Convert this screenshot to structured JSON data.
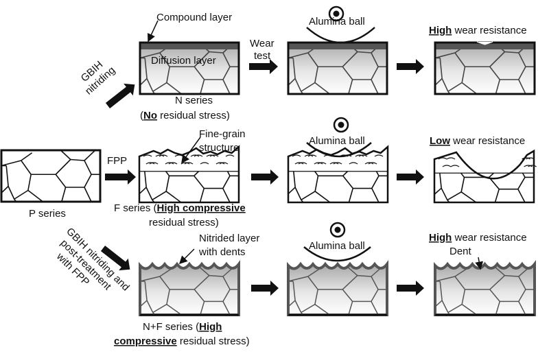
{
  "labels": {
    "compound_layer": "Compound layer",
    "diffusion_layer": "Diffusion layer",
    "wear_test_1": "Wear",
    "wear_test_2": "test",
    "gbih_1": "GBIH",
    "gbih_2": "nitriding",
    "n_series": "N series",
    "n_stress_open": "(",
    "n_stress_bold": "No",
    "n_stress_rest": " residual stress)",
    "alumina_ball": "Alumina ball",
    "high_1": "High",
    "wear_resistance": " wear resistance",
    "fine_grain_1": "Fine-grain",
    "fine_grain_2": "structure",
    "fpp": "FPP",
    "p_series": "P series",
    "f_series_pre": "F series (",
    "f_series_bold": "High compressive",
    "f_series_2": "residual stress)",
    "low": "Low",
    "nitrided_1": "Nitrided layer",
    "nitrided_2": "with dents",
    "nf_treat_1": "GBIH nitriding and",
    "nf_treat_2": "post-treatment",
    "nf_treat_3": "with FPP",
    "nf_series_pre": "N+F series (",
    "nf_series_bold1": "High",
    "nf_series_bold2": "compressive",
    "nf_series_rest": " residual stress)",
    "dent": "Dent"
  },
  "rows": [
    {
      "name": "N series",
      "process": "GBIH nitriding",
      "stress": "No residual stress",
      "result": "High wear resistance"
    },
    {
      "name": "F series",
      "process": "FPP",
      "stress": "High compressive residual stress",
      "result": "Low wear resistance"
    },
    {
      "name": "N+F series",
      "process": "GBIH nitriding and post-treatment with FPP",
      "stress": "High compressive residual stress",
      "result": "High wear resistance"
    }
  ],
  "colors": {
    "ink": "#111111",
    "layer": "#555555",
    "grain_nitrided": "#666666"
  }
}
